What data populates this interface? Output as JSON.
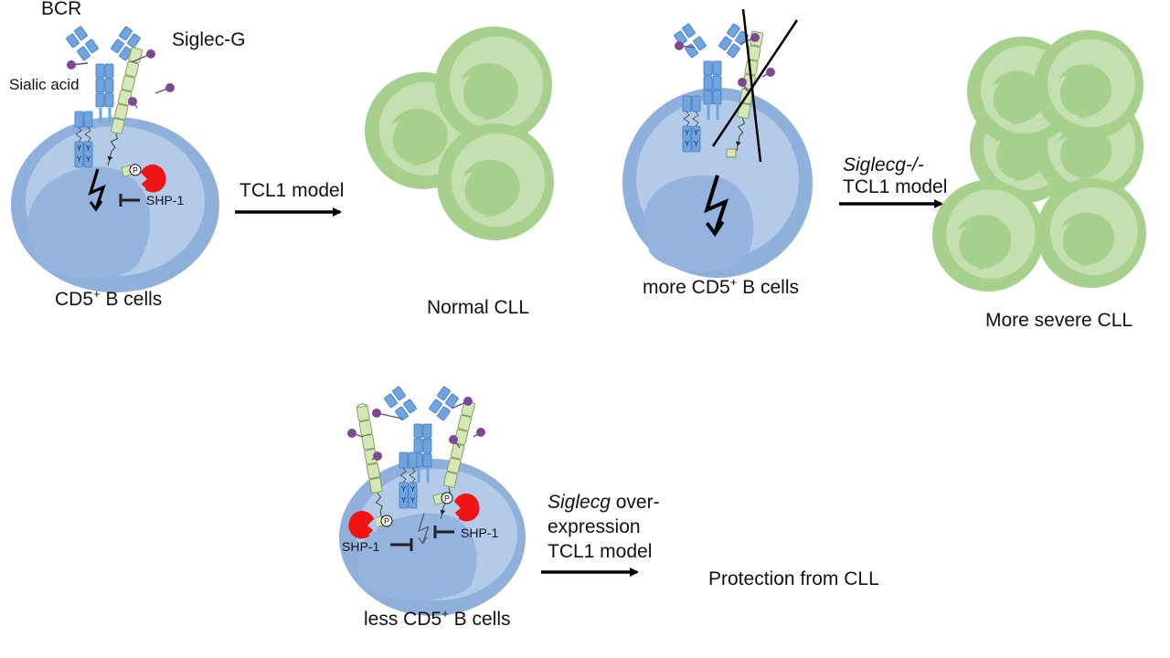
{
  "colors": {
    "cell_outer": "#90b0dc",
    "cell_inner": "#b3cbe9",
    "nucleus": "#94b3df",
    "bcr": "#6fa4e0",
    "bcr_stroke": "#3f78bf",
    "siglec": "#d5e7b4",
    "siglec_stroke": "#7b9a58",
    "sialic": "#7b4a91",
    "shp1": "#f01414",
    "cll_outer": "#a6d08c",
    "cll_inner": "#c4e0b0",
    "arrow": "#000000"
  },
  "panels": {
    "wildtype": {
      "labels": {
        "bcr": "BCR",
        "siglec_g": "Siglec-G",
        "sialic_acid": "Sialic acid",
        "shp1": "SHP-1",
        "phospho": "P",
        "cell_caption_main": "CD5",
        "cell_caption_sup": "+",
        "cell_caption_rest": " B cells"
      },
      "arrow_label": "TCL1 model",
      "outcome": "Normal CLL",
      "cll_cell_count": 3
    },
    "knockout": {
      "labels": {
        "cell_caption_pre": "more CD5",
        "cell_caption_sup": "+",
        "cell_caption_rest": " B cells"
      },
      "arrow_label_line1": "Siglecg-/-",
      "arrow_label_line2": "TCL1 model",
      "outcome": "More severe CLL",
      "cll_cell_count": 6
    },
    "overexpression": {
      "labels": {
        "shp1_left": "SHP-1",
        "shp1_right": "SHP-1",
        "phospho": "P",
        "cell_caption_pre": "less CD5",
        "cell_caption_sup": "+",
        "cell_caption_rest": " B cells"
      },
      "arrow_label_line1_italic": "Siglecg",
      "arrow_label_line1_rest": " over-",
      "arrow_label_line2": "expression",
      "arrow_label_line3": "TCL1 model",
      "outcome": "Protection from CLL"
    }
  }
}
